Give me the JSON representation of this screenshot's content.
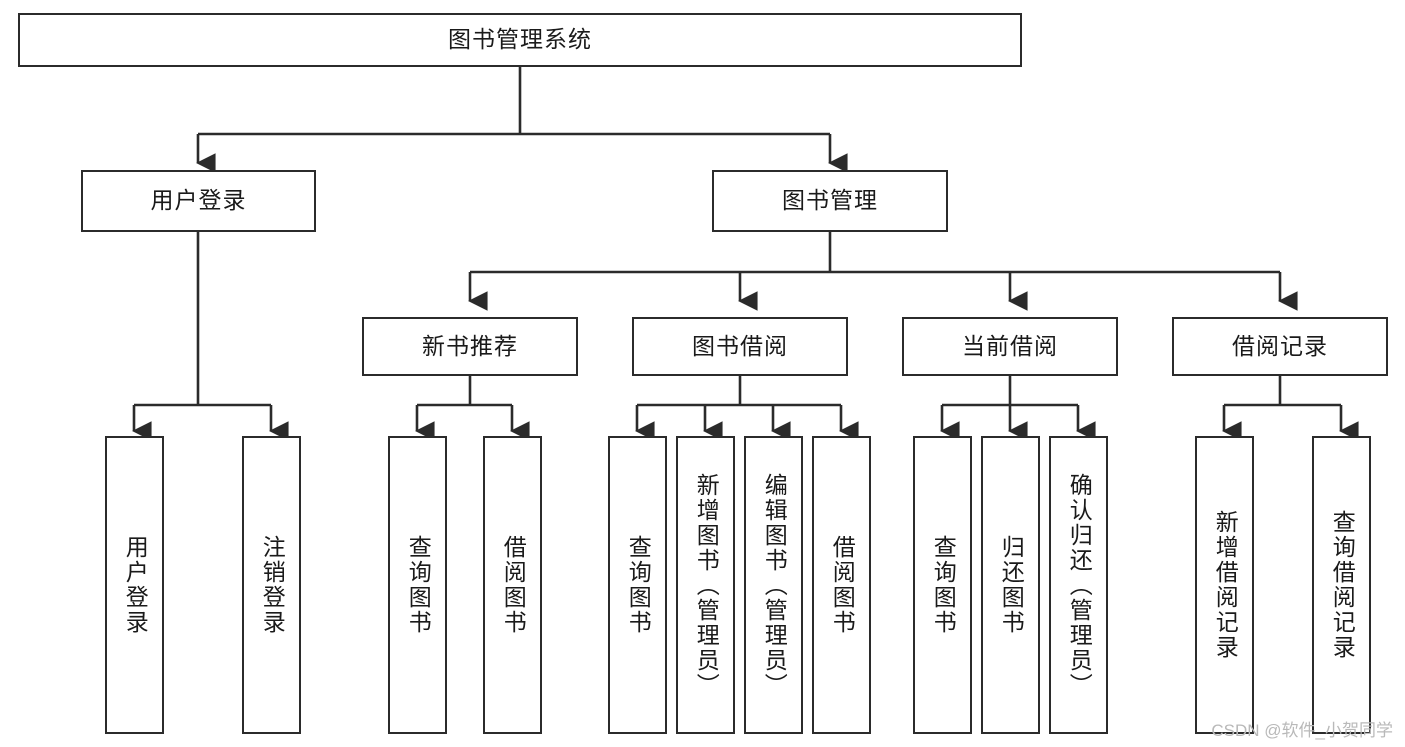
{
  "diagram": {
    "title": "图书管理系统",
    "type": "tree",
    "orientation": "top-down",
    "root": {
      "id": "root",
      "label": "图书管理系统"
    },
    "level2": [
      {
        "id": "user-login",
        "label": "用户登录"
      },
      {
        "id": "book-manage",
        "label": "图书管理"
      }
    ],
    "level3": [
      {
        "id": "new-book-rec",
        "label": "新书推荐",
        "parent": "book-manage"
      },
      {
        "id": "book-borrow",
        "label": "图书借阅",
        "parent": "book-manage"
      },
      {
        "id": "current-borrow",
        "label": "当前借阅",
        "parent": "book-manage"
      },
      {
        "id": "borrow-record",
        "label": "借阅记录",
        "parent": "book-manage"
      }
    ],
    "leaves": [
      {
        "id": "leaf-user-login",
        "label": "用户登录",
        "parent": "user-login"
      },
      {
        "id": "leaf-logout",
        "label": "注销登录",
        "parent": "user-login"
      },
      {
        "id": "leaf-query-book-1",
        "label": "查询图书",
        "parent": "new-book-rec"
      },
      {
        "id": "leaf-borrow-book-1",
        "label": "借阅图书",
        "parent": "new-book-rec"
      },
      {
        "id": "leaf-query-book-2",
        "label": "查询图书",
        "parent": "book-borrow"
      },
      {
        "id": "leaf-add-book",
        "label": "新增图书（管理员）",
        "parent": "book-borrow"
      },
      {
        "id": "leaf-edit-book",
        "label": "编辑图书（管理员）",
        "parent": "book-borrow"
      },
      {
        "id": "leaf-borrow-book-2",
        "label": "借阅图书",
        "parent": "book-borrow"
      },
      {
        "id": "leaf-query-book-3",
        "label": "查询图书",
        "parent": "current-borrow"
      },
      {
        "id": "leaf-return-book",
        "label": "归还图书",
        "parent": "current-borrow"
      },
      {
        "id": "leaf-confirm-return",
        "label": "确认归还（管理员）",
        "parent": "current-borrow"
      },
      {
        "id": "leaf-add-record",
        "label": "新增借阅记录",
        "parent": "borrow-record"
      },
      {
        "id": "leaf-query-record",
        "label": "查询借阅记录",
        "parent": "borrow-record"
      }
    ]
  },
  "watermark": {
    "text": "CSDN @软件_小贺同学"
  },
  "colors": {
    "stroke": "#2b2b2b",
    "text": "#1a1a1a",
    "background": "#ffffff",
    "watermark": "#b9b9b9"
  }
}
